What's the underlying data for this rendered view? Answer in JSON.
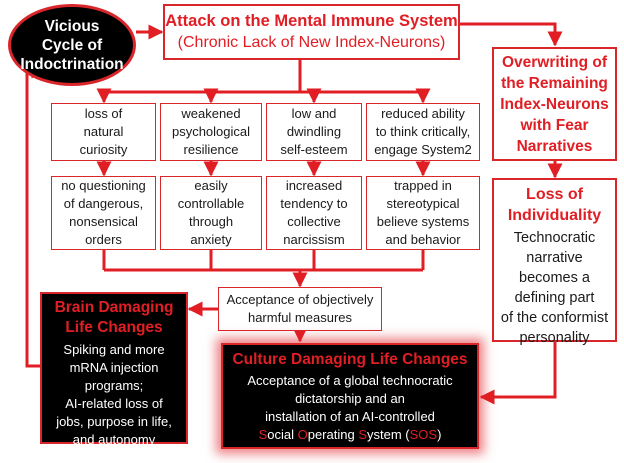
{
  "vicious": {
    "lines": [
      "Vicious",
      "Cycle of",
      "Indoctrination"
    ]
  },
  "attack": {
    "title": "Attack on the Mental Immune System",
    "subtitle": "(Chronic Lack of New Index-Neurons)"
  },
  "overwrite": {
    "lines": [
      "Overwriting of",
      "the Remaining",
      "Index-Neurons",
      "with Fear",
      "Narratives"
    ]
  },
  "loss": {
    "title_lines": [
      "Loss of",
      "Individuality"
    ],
    "body_lines": [
      "Technocratic",
      "narrative",
      "becomes a",
      "defining part",
      "of the conformist",
      "personality"
    ]
  },
  "causes": [
    {
      "lines": [
        "loss of",
        "natural",
        "curiosity"
      ]
    },
    {
      "lines": [
        "weakened",
        "psychological",
        "resilience"
      ]
    },
    {
      "lines": [
        "low and",
        "dwindling",
        "self-esteem"
      ]
    },
    {
      "lines": [
        "reduced ability",
        "to think critically,",
        "engage System2"
      ]
    }
  ],
  "effects": [
    {
      "lines": [
        "no questioning",
        "of dangerous,",
        "nonsensical",
        "orders"
      ]
    },
    {
      "lines": [
        "easily",
        "controllable",
        "through",
        "anxiety"
      ]
    },
    {
      "lines": [
        "increased",
        "tendency to",
        "collective",
        "narcissism"
      ]
    },
    {
      "lines": [
        "trapped in",
        "stereotypical",
        "believe systems",
        "and behavior"
      ]
    }
  ],
  "acceptance": {
    "lines": [
      "Acceptance of objectively",
      "harmful measures"
    ]
  },
  "brain": {
    "title_lines": [
      "Brain Damaging",
      "Life Changes"
    ],
    "body_lines": [
      "Spiking and more",
      "mRNA injection",
      "programs;",
      "AI-related loss of",
      "jobs, purpose in life,",
      "and autonomy"
    ]
  },
  "culture": {
    "title": "Culture Damaging Life Changes",
    "body_lines": [
      "Acceptance of a global technocratic",
      "dictatorship and an",
      "installation of an AI-controlled"
    ],
    "sos": {
      "s1": "S",
      "r1": "ocial ",
      "o": "O",
      "r2": "perating ",
      "s2": "S",
      "r3": "ystem (",
      "acr": "SOS",
      "r4": ")"
    }
  },
  "colors": {
    "accent": "#e01e24",
    "box_border": "#d9262b",
    "dark_box": "#000000",
    "text": "#1a1a1a"
  }
}
